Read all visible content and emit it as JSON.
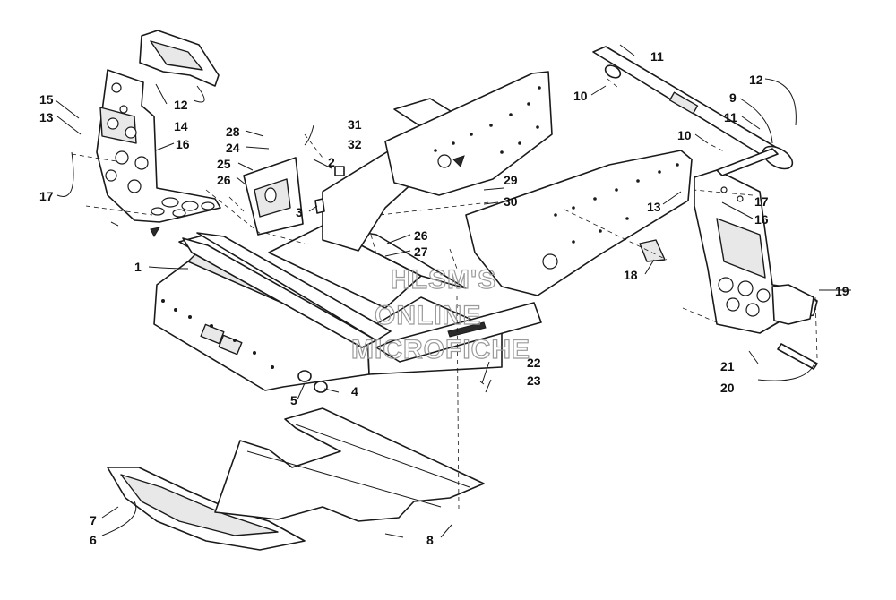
{
  "watermark": {
    "line1": "HLSM'S",
    "line2": "ONLINE",
    "line3": "MICROFICHE"
  },
  "callouts": {
    "c1": "1",
    "c2": "2",
    "c3": "3",
    "c4": "4",
    "c5": "5",
    "c6": "6",
    "c7": "7",
    "c8": "8",
    "c9": "9",
    "c10a": "10",
    "c10b": "10",
    "c11a": "11",
    "c11b": "11",
    "c12a": "12",
    "c12b": "12",
    "c13a": "13",
    "c13b": "13",
    "c14": "14",
    "c15": "15",
    "c16a": "16",
    "c16b": "16",
    "c17a": "17",
    "c17b": "17",
    "c18": "18",
    "c19": "19",
    "c20": "20",
    "c21": "21",
    "c22": "22",
    "c23": "23",
    "c24": "24",
    "c25": "25",
    "c26a": "26",
    "c26b": "26",
    "c27": "27",
    "c28": "28",
    "c29": "29",
    "c30": "30",
    "c31": "31",
    "c32": "32"
  }
}
